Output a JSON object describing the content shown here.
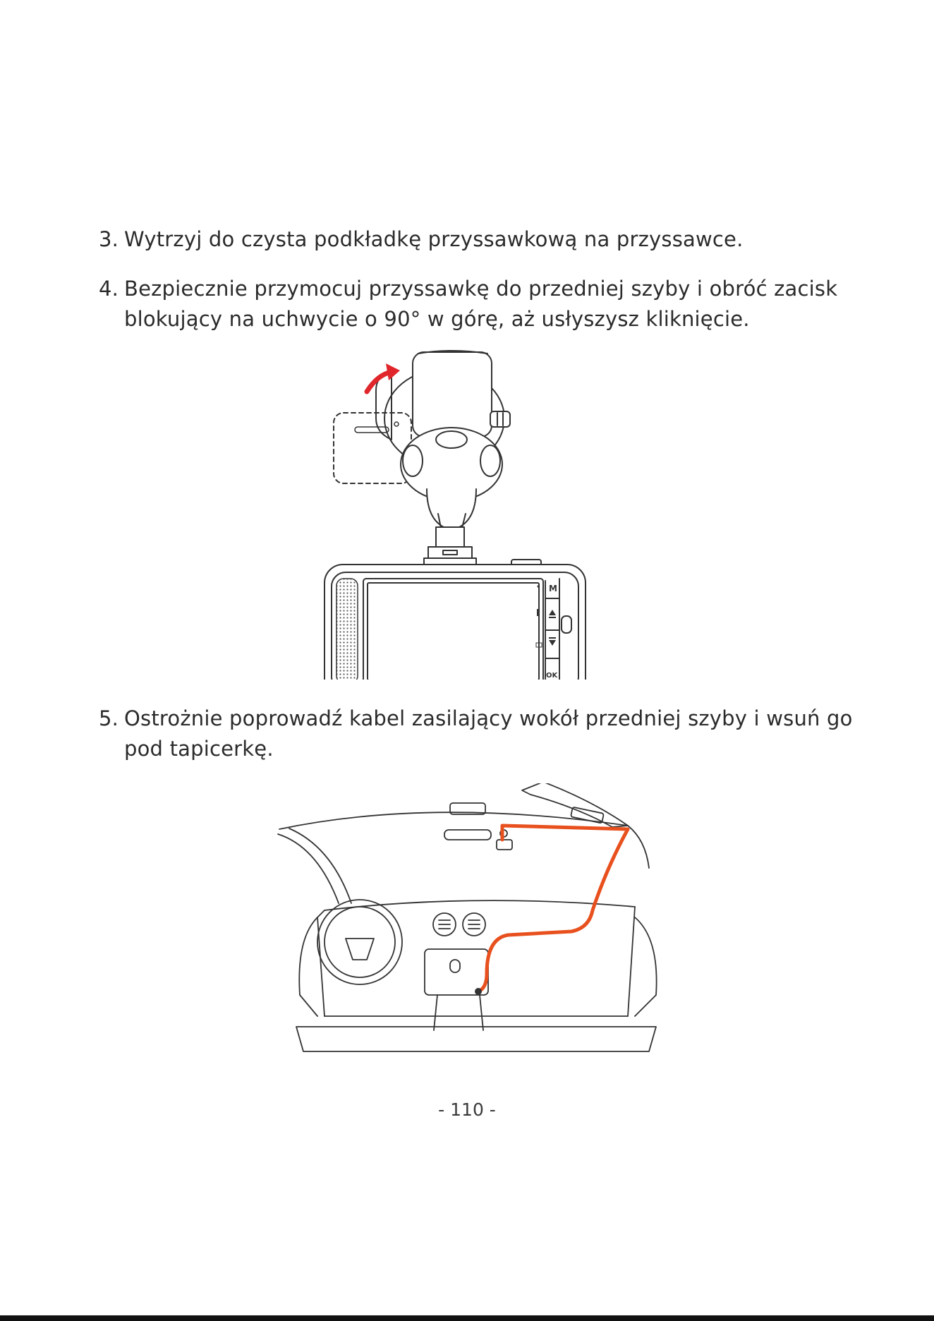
{
  "steps": [
    {
      "number": "3.",
      "line1": "Wytrzyj do czysta podkładkę przyssawkową na przyssawce.",
      "line2": ""
    },
    {
      "number": "4.",
      "line1": "Bezpiecznie przymocuj przyssawkę do przedniej szyby i obróć zacisk",
      "line2": "blokujący na uchwycie o 90° w górę, aż usłyszysz kliknięcie."
    },
    {
      "number": "5.",
      "line1": "Ostrożnie poprowadź kabel zasilający wokół przedniej szyby i wsuń go",
      "line2": "pod tapicerkę."
    }
  ],
  "camera_buttons": {
    "menu": "M",
    "ok": "OK"
  },
  "page_number": "- 110 -",
  "colors": {
    "text": "#2b2b2b",
    "arrow": "#e0262b",
    "cable": "#e8501e",
    "line_art": "#333333"
  }
}
